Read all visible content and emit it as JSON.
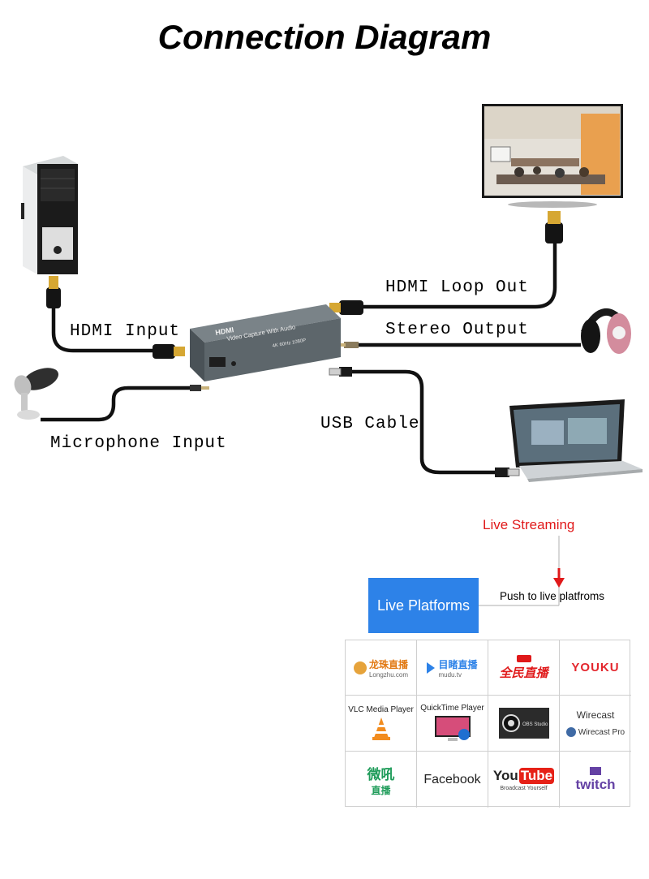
{
  "title": "Connection Diagram",
  "labels": {
    "hdmi_input": "HDMI Input",
    "hdmi_loop_out": "HDMI Loop Out",
    "stereo_output": "Stereo Output",
    "usb_cable": "USB Cable",
    "microphone_input": "Microphone Input"
  },
  "device": {
    "brand": "HDMI",
    "text": "Video Capture With Audio",
    "spec": "4K 60Hz 1080P"
  },
  "streaming": {
    "title": "Live Streaming",
    "push_label": "Push to live platfroms",
    "platforms_label": "Live Platforms"
  },
  "platforms": {
    "longzhu_name": "龙珠直播",
    "longzhu_sub": "Longzhu.com",
    "mudu_name": "目睹直播",
    "mudu_sub": "mudu.tv",
    "quanmin_name": "全民直播",
    "youku_name": "YOUKU",
    "vlc_caption": "VLC Media Player",
    "quicktime_caption": "QuickTime Player",
    "obs_caption": "OBS Studio",
    "wirecast_caption": "Wirecast",
    "wirecast_pro": "Wirecast Pro",
    "weibo_name": "微吼",
    "weibo_sub": "直播",
    "facebook_caption": "Facebook",
    "youtube_you": "You",
    "youtube_tube": "Tube",
    "youtube_sub": "Broadcast Yourself",
    "twitch_name": "twitch"
  },
  "colors": {
    "accent_blue": "#2d82e8",
    "live_red": "#e0191a",
    "device_gray": "#5d666b",
    "cable": "#111111"
  }
}
